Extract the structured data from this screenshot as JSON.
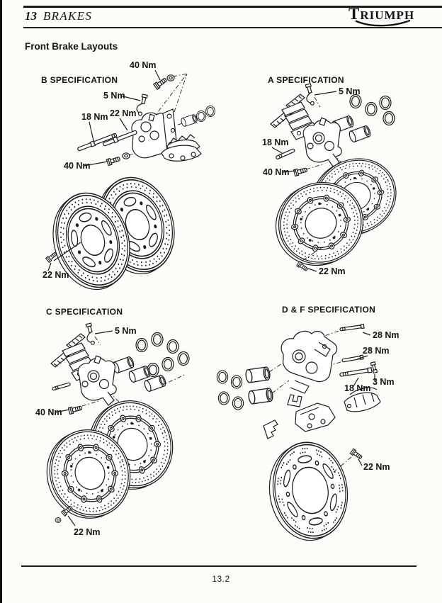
{
  "header": {
    "chapter_number": "13",
    "chapter_title": "BRAKES",
    "brand": "TRIUMPH"
  },
  "section_title": "Front Brake Layouts",
  "specs": {
    "b": {
      "title": "B SPECIFICATION",
      "torques": {
        "banjo_bolt": "40 Nm",
        "bleed_valve": "5 Nm",
        "upper_slide_pin": "22 Nm",
        "lower_slide_pin": "18 Nm",
        "mounting_bolt": "40 Nm",
        "disc_bolt": "22 Nm"
      }
    },
    "a": {
      "title": "A SPECIFICATION",
      "torques": {
        "bleed_valve": "5 Nm",
        "pad_retaining_pin": "18 Nm",
        "mounting_bolt": "40 Nm",
        "disc_bolt": "22 Nm"
      }
    },
    "c": {
      "title": "C SPECIFICATION",
      "torques": {
        "bleed_valve": "5 Nm",
        "mounting_bolt": "40 Nm",
        "disc_bolt": "22 Nm"
      }
    },
    "df": {
      "title": "D & F SPECIFICATION",
      "torques": {
        "upper_slide_pin": "28 Nm",
        "lower_slide_pin": "28 Nm",
        "bleed_valve": "3 Nm",
        "pad_retaining_pin": "18 Nm",
        "disc_bolt": "22 Nm"
      }
    }
  },
  "footer": {
    "page_number": "13.2"
  },
  "colors": {
    "ink": "#1c1c1c",
    "paper": "#fcfcf9"
  }
}
